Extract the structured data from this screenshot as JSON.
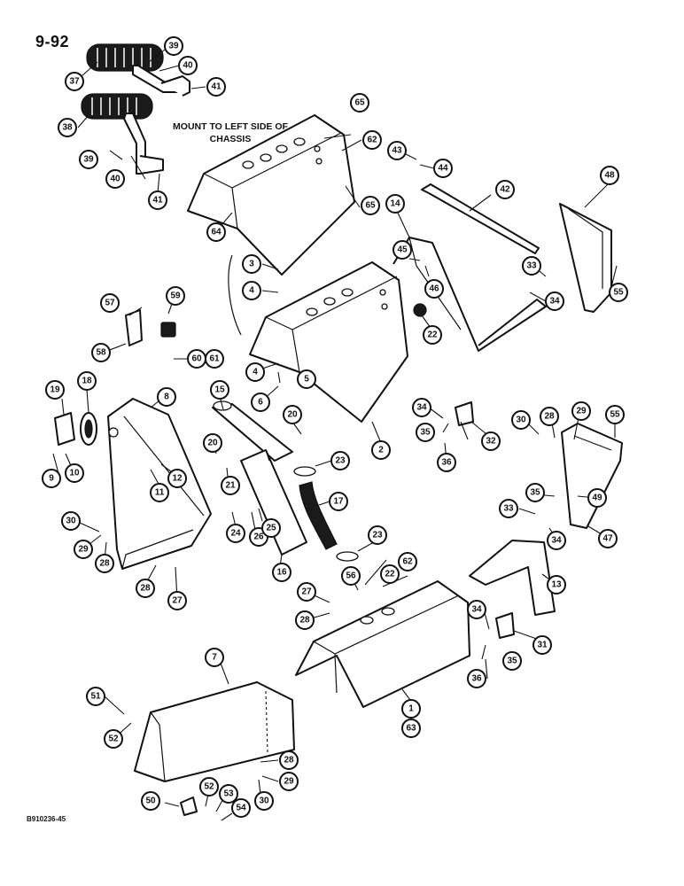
{
  "page_number": "9-92",
  "note": "MOUNT TO LEFT SIDE OF CHASSIS",
  "drawing_code": "B910236-45",
  "callouts": [
    "1",
    "2",
    "3",
    "4",
    "5",
    "6",
    "7",
    "8",
    "9",
    "10",
    "11",
    "12",
    "13",
    "14",
    "15",
    "16",
    "17",
    "18",
    "19",
    "20",
    "21",
    "22",
    "23",
    "24",
    "25",
    "26",
    "27",
    "28",
    "29",
    "30",
    "31",
    "32",
    "33",
    "34",
    "35",
    "36",
    "37",
    "38",
    "39",
    "40",
    "41",
    "42",
    "43",
    "44",
    "45",
    "46",
    "47",
    "48",
    "49",
    "50",
    "51",
    "52",
    "53",
    "54",
    "55",
    "56",
    "57",
    "58",
    "59",
    "60",
    "61",
    "62",
    "63",
    "64",
    "65"
  ]
}
